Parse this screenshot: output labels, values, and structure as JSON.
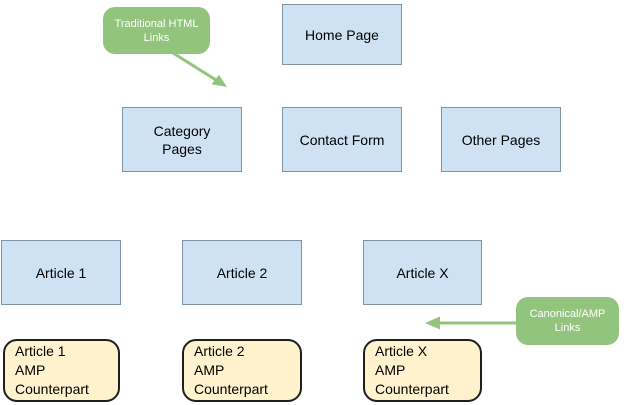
{
  "colors": {
    "background": "#ffffff",
    "page_box_fill": "#cfe2f3",
    "page_box_border": "#7d93a6",
    "amp_box_fill": "#fff2cc",
    "amp_box_border": "#1f1f1f",
    "callout_fill": "#93c47d",
    "callout_text_color": "#ffffff",
    "box_text_color": "#000000",
    "arrow_color": "#93c47d"
  },
  "nodes": {
    "home": {
      "lines": [
        "Home Page"
      ]
    },
    "category": {
      "lines": [
        "Category",
        "Pages"
      ]
    },
    "contact": {
      "lines": [
        "Contact Form"
      ]
    },
    "other": {
      "lines": [
        "Other Pages"
      ]
    },
    "article1": {
      "lines": [
        "Article 1"
      ]
    },
    "article2": {
      "lines": [
        "Article 2"
      ]
    },
    "articleX": {
      "lines": [
        "Article X"
      ]
    }
  },
  "amp_nodes": {
    "article1": {
      "lines": [
        "Article 1",
        "AMP",
        "Counterpart"
      ]
    },
    "article2": {
      "lines": [
        "Article 2",
        "AMP",
        "Counterpart"
      ]
    },
    "articleX": {
      "lines": [
        "Article X",
        "AMP",
        "Counterpart"
      ]
    }
  },
  "callouts": {
    "traditional_html": {
      "lines": [
        "Traditional HTML",
        "Links"
      ]
    },
    "canonical_amp": {
      "lines": [
        "Canonical/AMP",
        "Links"
      ]
    }
  }
}
